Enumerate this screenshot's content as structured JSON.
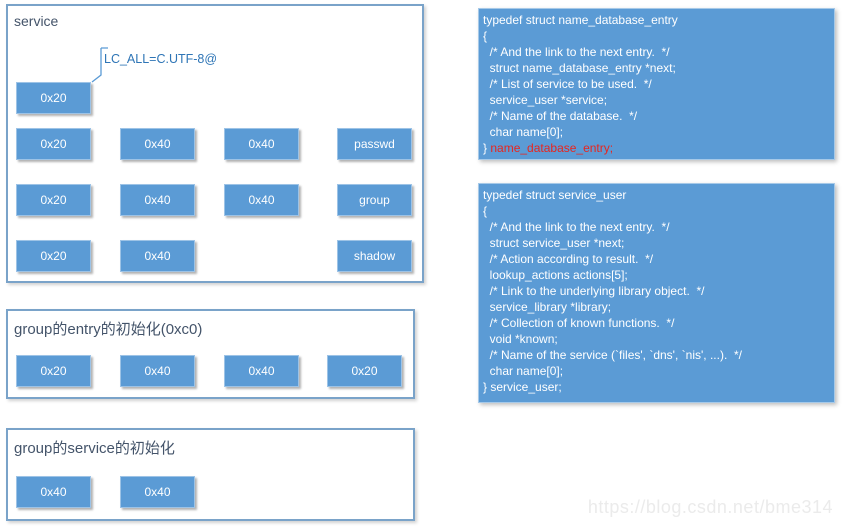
{
  "colors": {
    "box_fill": "#5b9bd5",
    "box_border": "#9dc3e6",
    "panel_border": "#7aa3c9",
    "title_text": "#44546a",
    "annotation_text": "#2e75b6",
    "code_red": "#e8251e",
    "watermark_text": "#ebebeb"
  },
  "panels": [
    {
      "title": "service",
      "annotation": "LC_ALL=C.UTF-8@",
      "box_grid": [
        [
          "0x20",
          null,
          null,
          null
        ],
        [
          "0x20",
          "0x40",
          "0x40",
          "passwd"
        ],
        [
          "0x20",
          "0x40",
          "0x40",
          "group"
        ],
        [
          "0x20",
          "0x40",
          null,
          "shadow"
        ]
      ]
    },
    {
      "title": "group的entry的初始化(0xc0)",
      "box_grid": [
        [
          "0x20",
          "0x40",
          "0x40",
          "0x20"
        ]
      ]
    },
    {
      "title": "group的service的初始化",
      "box_grid": [
        [
          "0x40",
          "0x40"
        ]
      ]
    }
  ],
  "code_blocks": [
    {
      "name": "name_database_entry",
      "lines": [
        [
          {
            "t": "typedef struct name_database_entry"
          }
        ],
        [
          {
            "t": "{"
          }
        ],
        [
          {
            "t": "  /* And the link to the next entry.  */"
          }
        ],
        [
          {
            "t": "  struct name_database_entry *next;"
          }
        ],
        [
          {
            "t": "  /* List of service to be used.  */"
          }
        ],
        [
          {
            "t": "  service_user *service;"
          }
        ],
        [
          {
            "t": "  /* Name of the database.  */"
          }
        ],
        [
          {
            "t": "  char name[0];"
          }
        ],
        [
          {
            "t": "} "
          },
          {
            "t": "name_database_entry;",
            "red": true
          }
        ]
      ]
    },
    {
      "name": "service_user",
      "lines": [
        [
          {
            "t": "typedef struct service_user"
          }
        ],
        [
          {
            "t": "{"
          }
        ],
        [
          {
            "t": "  /* And the link to the next entry.  */"
          }
        ],
        [
          {
            "t": "  struct service_user *next;"
          }
        ],
        [
          {
            "t": "  /* Action according to result.  */"
          }
        ],
        [
          {
            "t": "  lookup_actions actions[5];"
          }
        ],
        [
          {
            "t": "  /* Link to the underlying library object.  */"
          }
        ],
        [
          {
            "t": "  service_library *library;"
          }
        ],
        [
          {
            "t": "  /* Collection of known functions.  */"
          }
        ],
        [
          {
            "t": "  void *known;"
          }
        ],
        [
          {
            "t": "  /* Name of the service (`files', `dns', `nis', ...).  */"
          }
        ],
        [
          {
            "t": "  char name[0];"
          }
        ],
        [
          {
            "t": "} service_user;"
          }
        ]
      ]
    }
  ],
  "watermark": "https://blog.csdn.net/bme314"
}
